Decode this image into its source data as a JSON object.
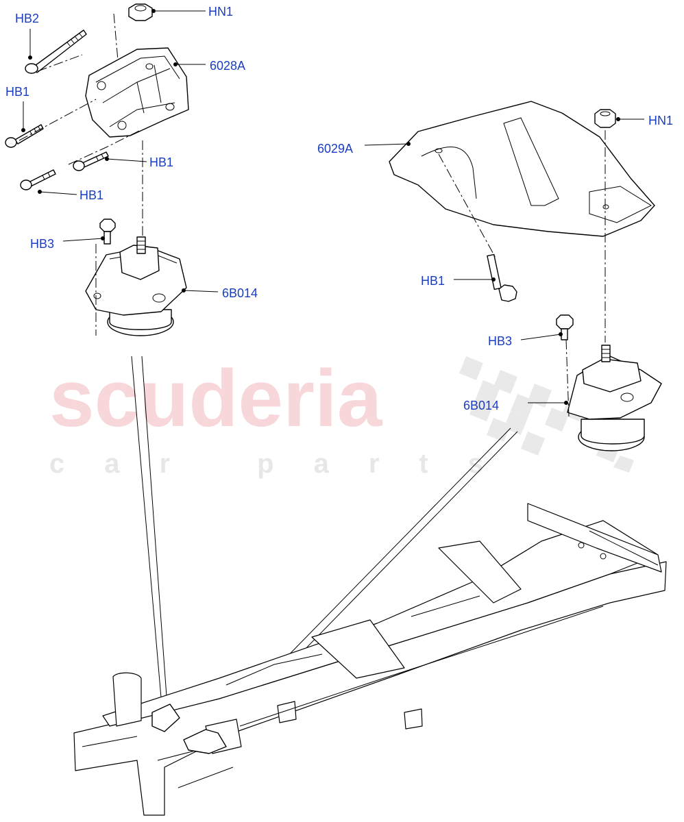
{
  "watermark": {
    "brand": "scuderia",
    "tagline": "car parts"
  },
  "callouts": {
    "hb2": "HB2",
    "hn1_left": "HN1",
    "p6028a": "6028A",
    "hb1_a": "HB1",
    "hb1_b": "HB1",
    "hb1_c": "HB1",
    "hb3_left": "HB3",
    "p6b014_left": "6B014",
    "p6029a": "6029A",
    "hn1_right": "HN1",
    "hb1_right": "HB1",
    "hb3_right": "HB3",
    "p6b014_right": "6B014"
  },
  "colors": {
    "label": "#1a3dbf",
    "line": "#000000",
    "watermark_red": "#f2b8bc",
    "watermark_grey": "#d8d8d8"
  }
}
